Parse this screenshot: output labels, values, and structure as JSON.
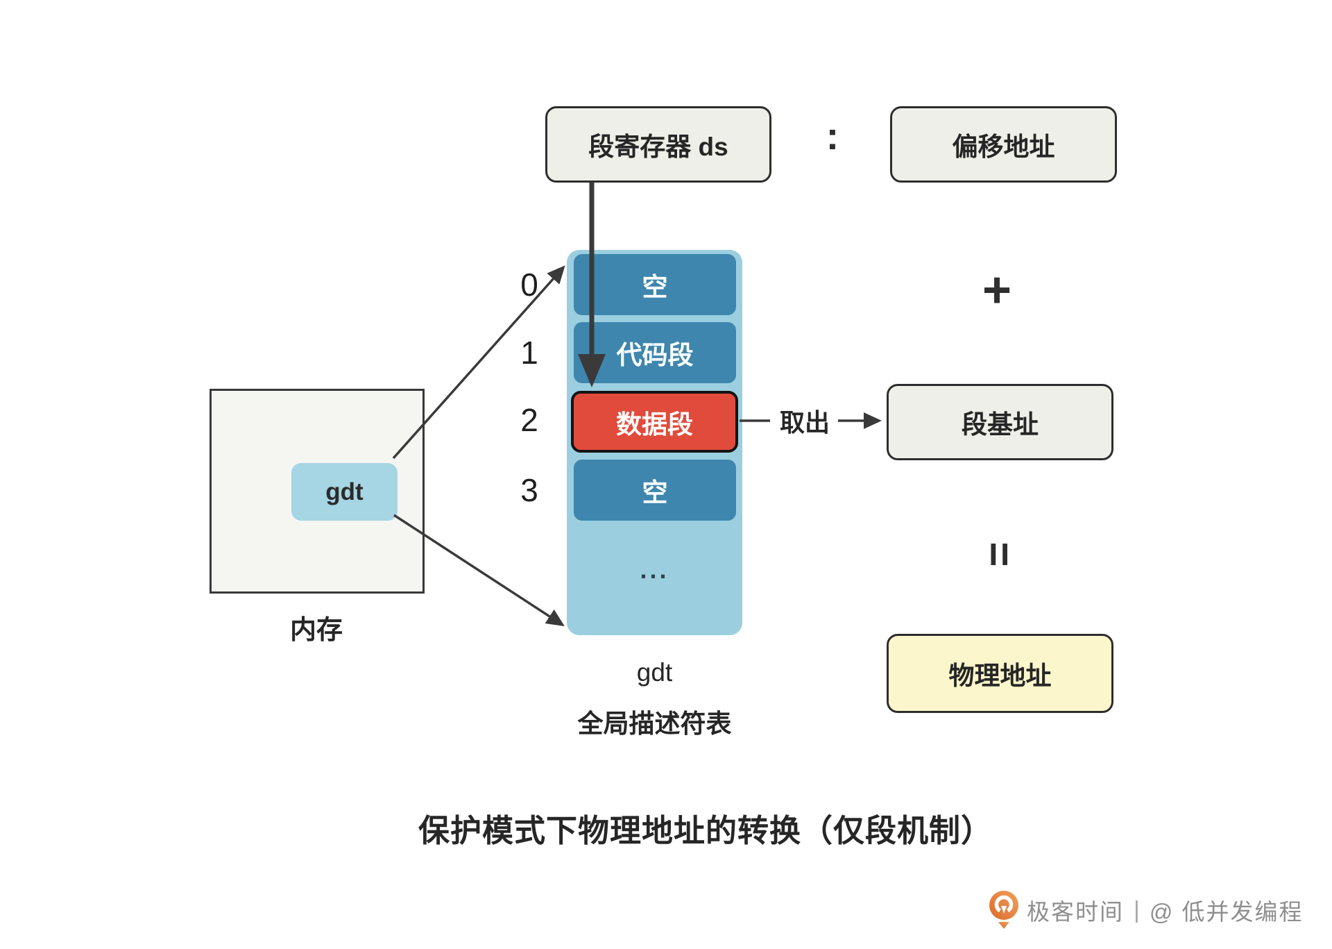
{
  "title": "保护模式下物理地址的转换（仅段机制）",
  "formula": {
    "colon": ":",
    "plus": "+",
    "equals": "=",
    "fetch_label": "取出"
  },
  "boxes": {
    "seg_register": "段寄存器 ds",
    "offset_address": "偏移地址",
    "seg_base": "段基址",
    "physical_address": "物理地址"
  },
  "memory": {
    "label": "内存",
    "gdt_tag": "gdt"
  },
  "gdt": {
    "indices": [
      "0",
      "1",
      "2",
      "3"
    ],
    "rows": [
      {
        "label": "空"
      },
      {
        "label": "代码段"
      },
      {
        "label": "数据段"
      },
      {
        "label": "空"
      }
    ],
    "ellipsis": "...",
    "caption_title": "gdt",
    "caption_subtitle": "全局描述符表"
  },
  "footer": {
    "brand": "极客时间",
    "separator": "|",
    "author": "@ 低并发编程"
  },
  "colors": {
    "container_blue": "#9bcfe0",
    "entry_blue": "#3e86ad",
    "highlight_red": "#e04b3c",
    "tag_blue": "#a6d5e3",
    "note_yellow": "#fbf6cb",
    "box_gray": "#efefe9",
    "line_dark": "#3a3a3a",
    "brand_orange": "#e5793a"
  }
}
